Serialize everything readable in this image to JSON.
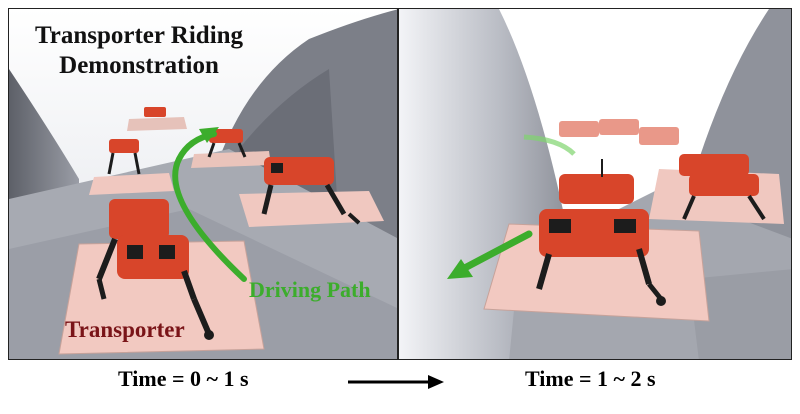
{
  "left_panel": {
    "title": "Transporter Riding Demonstration",
    "path_label": "Driving Path",
    "platform_label": "Transporter"
  },
  "captions": {
    "left": "Time = 0 ~ 1 s",
    "right": "Time = 1 ~ 2 s"
  },
  "colors": {
    "robot_body": "#d8452a",
    "robot_legs": "#1c1c1c",
    "platform": "#f0c8c0",
    "path_arrow": "#3cad2c",
    "terrain": "#8a8d96"
  }
}
